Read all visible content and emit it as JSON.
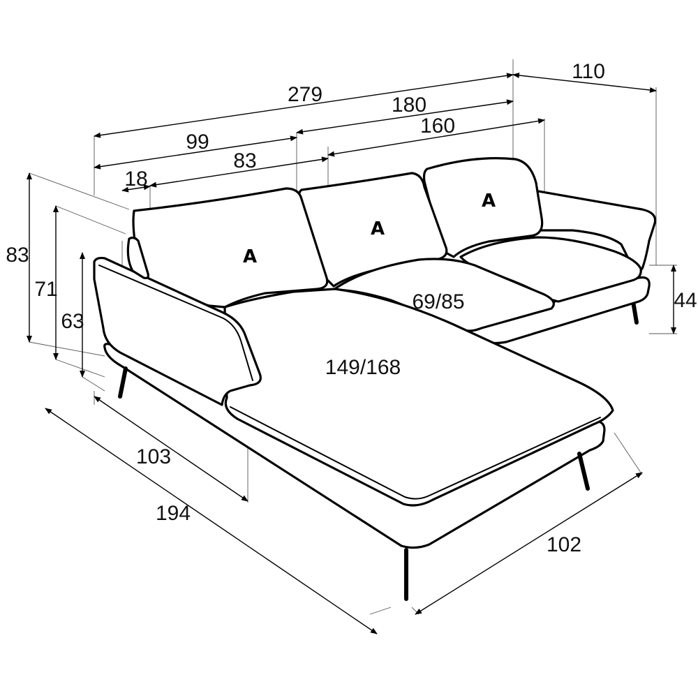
{
  "dimensions": {
    "total_width": "279",
    "chaise_depth_top": "110",
    "sofa_width": "180",
    "seat_width": "160",
    "chaise_width": "99",
    "chaise_seat_width": "83",
    "arm_width": "18",
    "total_height": "83",
    "back_height": "71",
    "arm_height": "63",
    "seat_height": "44",
    "seat_depth": "69/85",
    "chaise_length": "149/168",
    "sofa_depth": "103",
    "total_depth": "194",
    "chaise_front_width": "102"
  },
  "cushions": {
    "left": "A",
    "middle": "A",
    "right": "A"
  }
}
